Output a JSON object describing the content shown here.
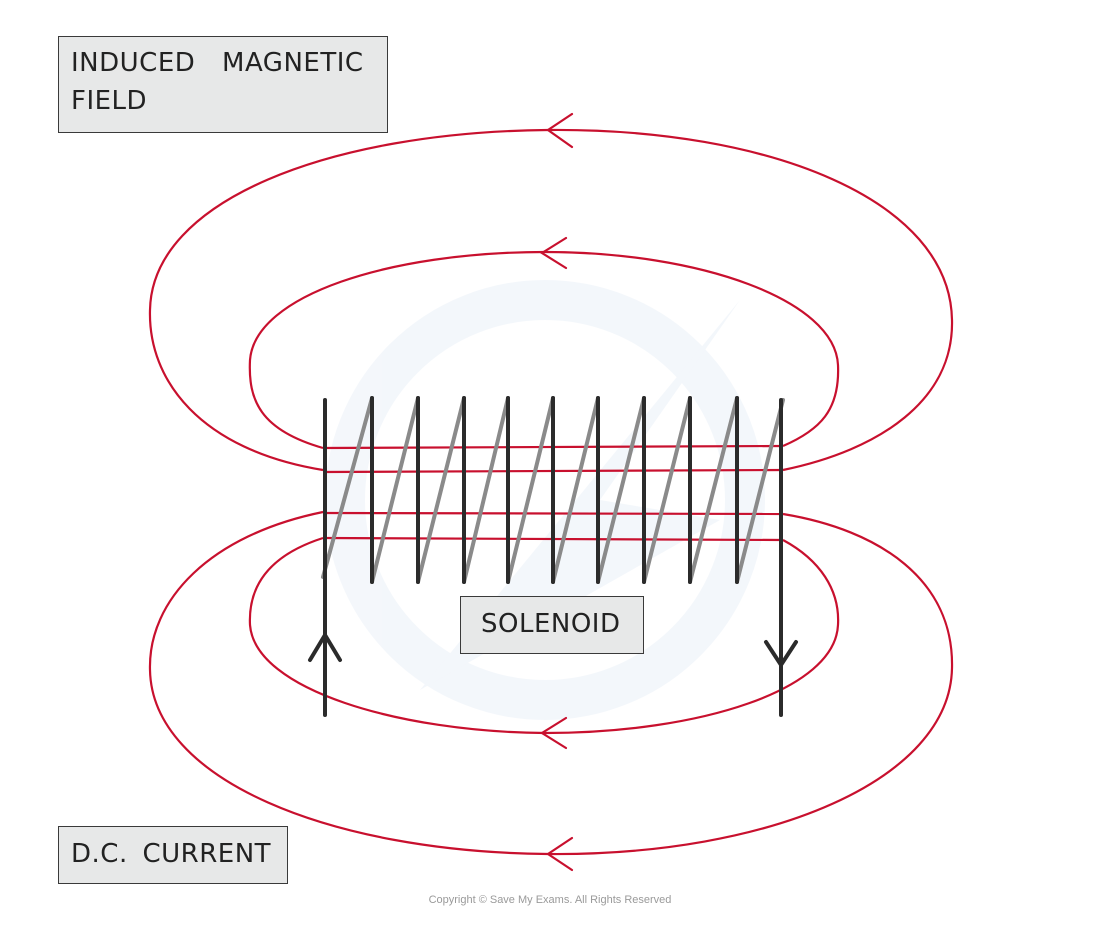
{
  "labels": {
    "induced_field": "INDUCED MAGNETIC FIELD",
    "solenoid": "SOLENOID",
    "dc_current": "D.C. CURRENT"
  },
  "copyright": "Copyright © Save My Exams. All Rights Reserved",
  "colors": {
    "field_line": "#c8102e",
    "wire_front": "#2b2b2b",
    "wire_back": "#8a8a8a",
    "label_bg": "#e7e8e8"
  },
  "solenoid_turns": 10,
  "current_direction": {
    "left_terminal": "up",
    "right_terminal": "down"
  },
  "field_direction": "right-to-left over top, left-to-right through core"
}
